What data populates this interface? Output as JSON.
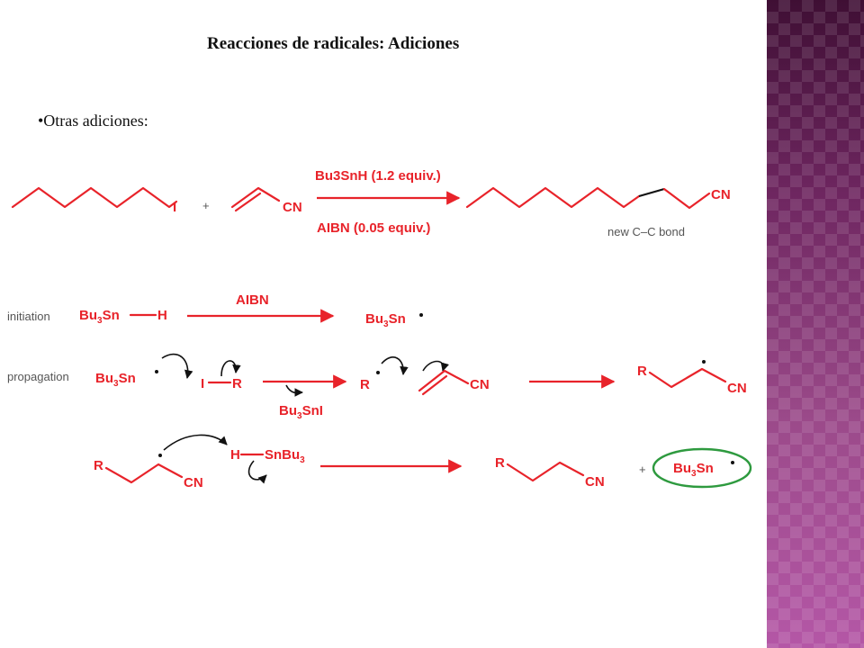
{
  "title": "Reacciones de radicales: Adiciones",
  "bullet": "•Otras adiciones:",
  "overall": {
    "iodide": "I",
    "plus": "+",
    "nitrile": "CN",
    "reagent_above": "Bu3SnH (1.2 equiv.)",
    "reagent_below": "AIBN (0.05 equiv.)",
    "product_group": "CN",
    "new_bond_label": "new C–C bond"
  },
  "initiation": {
    "label": "initiation",
    "reactant_main": "Bu",
    "reactant_sub": "3",
    "reactant_tail": "Sn",
    "reactant_h": "H",
    "arrow_label": "AIBN",
    "product_main": "Bu",
    "product_sub": "3",
    "product_tail": "Sn"
  },
  "propagation": {
    "label": "propagation",
    "radical_main": "Bu",
    "radical_sub": "3",
    "radical_tail": "Sn",
    "halide_i": "I",
    "halide_r": "R",
    "byproduct_main": "Bu",
    "byproduct_sub": "3",
    "byproduct_tail": "SnI",
    "alkyl_radical": "R",
    "alkene_cn": "CN",
    "adduct_r": "R",
    "adduct_cn": "CN"
  },
  "termination_step": {
    "adduct_r": "R",
    "adduct_cn": "CN",
    "hydride_h": "H",
    "hydride_sn_main": "SnBu",
    "hydride_sn_sub": "3",
    "product_r": "R",
    "product_cn": "CN",
    "plus": "+",
    "regen_main": "Bu",
    "regen_sub": "3",
    "regen_tail": "Sn"
  },
  "colors": {
    "reagent_red": "#e8232a",
    "arrow_red": "#e8232a",
    "circle_green": "#2e9a3f",
    "sidebar": "#7a2f6a"
  }
}
